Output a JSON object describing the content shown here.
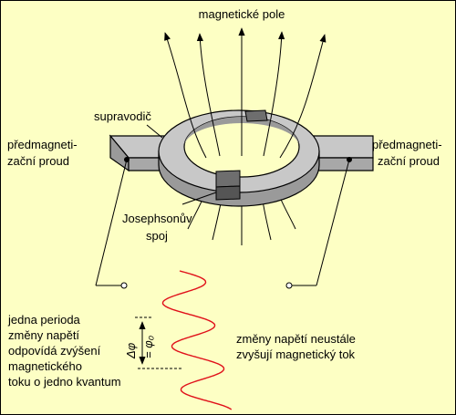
{
  "labels": {
    "magnetic_field": "magnetické pole",
    "superconductor": "supravodič",
    "premag_left_1": "předmagneti-",
    "premag_left_2": "zační proud",
    "premag_right_1": "předmagneti-",
    "premag_right_2": "zační proud",
    "josephson_1": "Josephsonův",
    "josephson_2": "spoj",
    "period_1": "jedna perioda",
    "period_2": "změny napětí",
    "period_3": "odpovídá zvýšení",
    "period_4": "magnetického",
    "period_5": "toku o jedno kvantum",
    "flux_1": "změny napětí neustále",
    "flux_2": "zvyšují magnetický tok",
    "delta_phi": "Δφ",
    "equals_phi0": "= φ₀"
  },
  "colors": {
    "background": "#fdffc4",
    "ring_top": "#c8c8c8",
    "ring_side": "#9a9a9a",
    "junction": "#6e6e6e",
    "signal": "#e0101a"
  }
}
